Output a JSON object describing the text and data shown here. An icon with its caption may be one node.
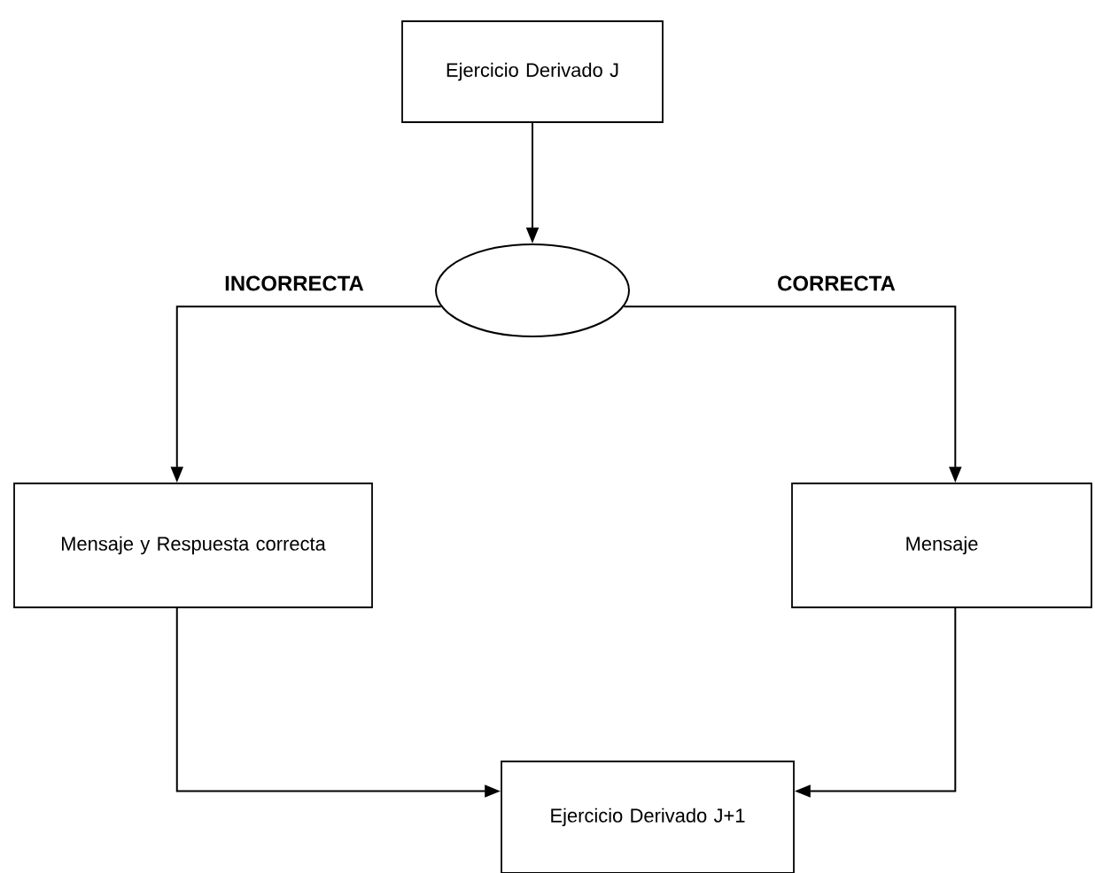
{
  "diagram": {
    "nodes": [
      {
        "text": [
          "Ejercicio Derivado J"
        ]
      },
      {
        "text": [],
        "shape": "ellipse"
      },
      {
        "text": [
          "Mensaje y Respuesta correcta"
        ]
      },
      {
        "text": [
          "Mensaje"
        ]
      },
      {
        "text": [
          "Ejercicio Derivado J+1"
        ]
      }
    ],
    "edges": [
      {
        "from": 0,
        "to": 1,
        "arrow": "to"
      },
      {
        "from": 1,
        "to": 2,
        "arrow": "to",
        "label": "INCORRECTA"
      },
      {
        "from": 1,
        "to": 3,
        "arrow": "to",
        "label": "CORRECTA"
      },
      {
        "from": 2,
        "to": 4,
        "arrow": "to"
      },
      {
        "from": 3,
        "to": 4,
        "arrow": "to"
      }
    ]
  }
}
